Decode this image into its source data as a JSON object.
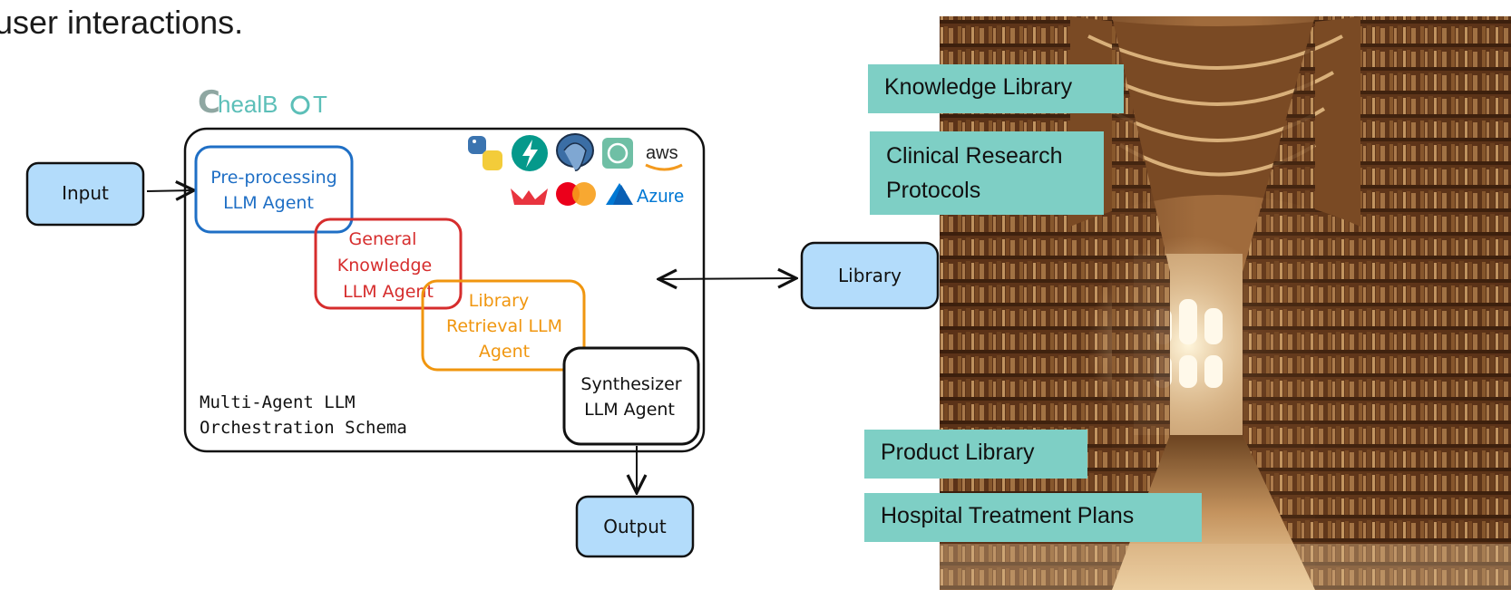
{
  "heading": "user interactions.",
  "brand": {
    "prefix": "C",
    "name_part1": "healB",
    "name_part2": "T"
  },
  "nodes": {
    "input": "Input",
    "output": "Output",
    "library": "Library",
    "preprocessing": [
      "Pre-processing",
      "LLM Agent"
    ],
    "general": [
      "General",
      "Knowledge",
      "LLM Agent"
    ],
    "retrieval": [
      "Library",
      "Retrieval LLM",
      "Agent"
    ],
    "synthesizer": [
      "Synthesizer",
      "LLM Agent"
    ]
  },
  "schema_caption": [
    "Multi-Agent LLM",
    "Orchestration Schema"
  ],
  "tech_logos": {
    "aws": "aws",
    "azure": "Azure",
    "items": [
      "python-icon",
      "fastapi-icon",
      "postgresql-icon",
      "openai-icon",
      "aws-icon",
      "streamlit-icon",
      "mastercard-icon",
      "azure-icon"
    ]
  },
  "library_labels": [
    "Knowledge Library",
    "Clinical Research Protocols",
    "Product Library",
    "Hospital Treatment Plans"
  ],
  "colors": {
    "node_fill": "#b3dcfb",
    "preprocessing": "#1f6fc5",
    "general": "#d62d2d",
    "retrieval": "#f0960f",
    "label_fill": "#7ecfc5",
    "brand": "#5cbfb8"
  }
}
